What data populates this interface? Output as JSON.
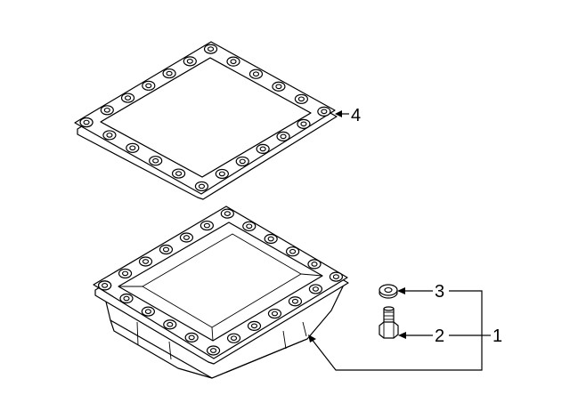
{
  "callouts": {
    "c1": "1",
    "c2": "2",
    "c3": "3",
    "c4": "4"
  },
  "parts": [
    {
      "id": "4",
      "icon": "gasket-icon"
    },
    {
      "id": "1",
      "icon": "oil-pan-icon"
    },
    {
      "id": "2",
      "icon": "bolt-icon"
    },
    {
      "id": "3",
      "icon": "washer-icon"
    }
  ]
}
